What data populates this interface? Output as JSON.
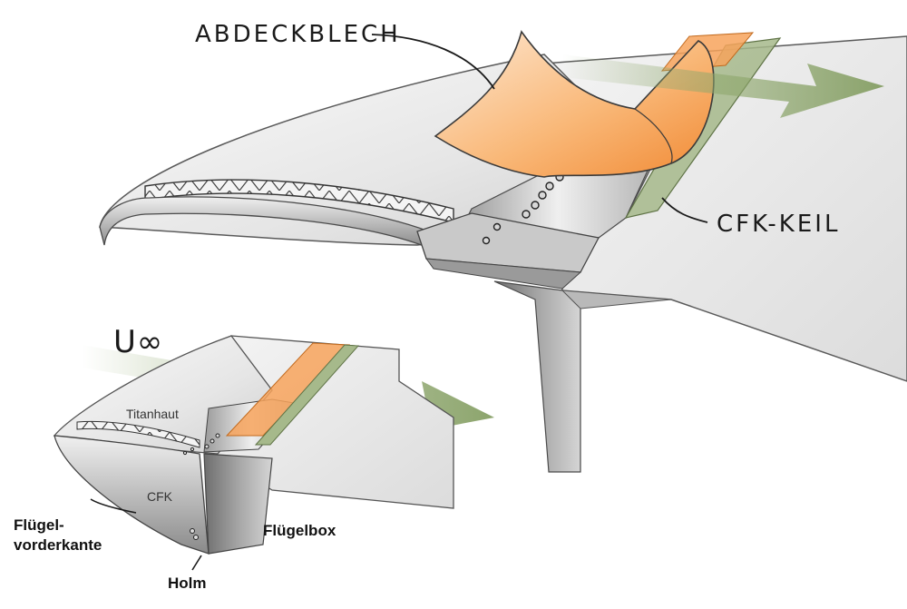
{
  "labels": {
    "abdeckblech": "ABDECKBLECH",
    "cfk_keil": "CFK-KEIL",
    "u_infinity": "U∞",
    "titanhaut": "Titanhaut",
    "cfk": "CFK",
    "fluegelvorderkante_line1": "Flügel-",
    "fluegelvorderkante_line2": "vorderkante",
    "fluegelbox": "Flügelbox",
    "holm": "Holm"
  },
  "colors": {
    "skin_light": "#f2f2f2",
    "skin_mid": "#c9c9c9",
    "skin_dark": "#7d7d7d",
    "orange_sheet": "#f7a35c",
    "orange_light": "#fde2c8",
    "cfk_wedge": "#a6b98b",
    "flow_arrow": "#8fa86d",
    "outline": "#3a3a3a"
  }
}
